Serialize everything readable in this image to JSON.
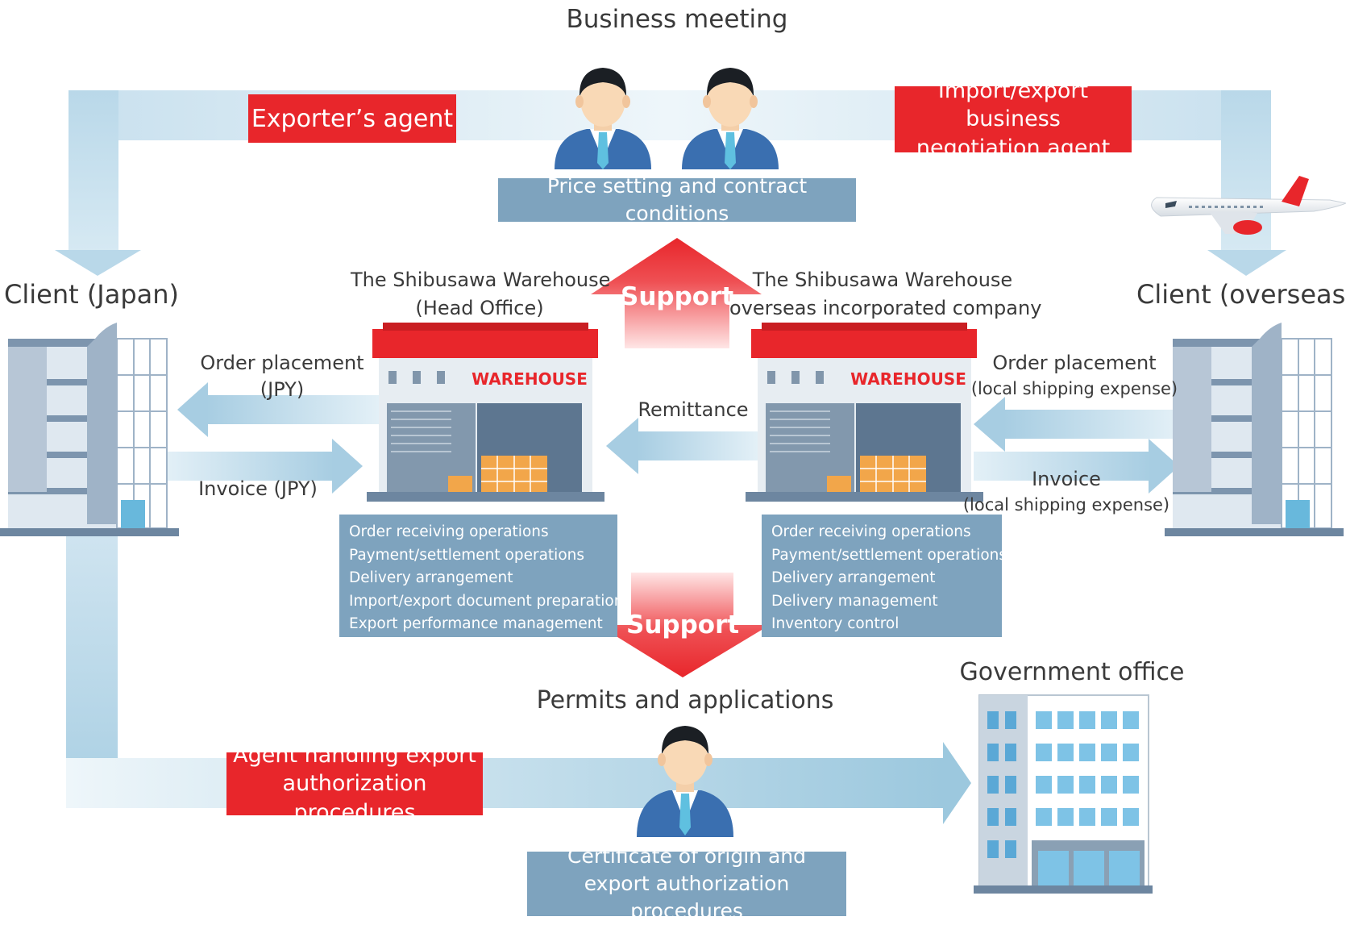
{
  "meeting": {
    "title": "Business meeting",
    "left_agent": "Exporter’s agent",
    "right_agent": [
      "Import/export business",
      "negotiation agent"
    ],
    "conditions": "Price setting and contract conditions"
  },
  "client_japan": {
    "label": "Client (Japan)"
  },
  "client_overseas": {
    "label": "Client (overseas)"
  },
  "head_office": {
    "label": [
      "The Shibusawa Warehouse",
      "(Head Office)"
    ],
    "sign": "WAREHOUSE",
    "tasks": [
      "Order receiving operations",
      "Payment/settlement operations",
      "Delivery arrangement",
      "Import/export document preparation",
      "Export performance management"
    ]
  },
  "overseas_company": {
    "label": [
      "The Shibusawa Warehouse",
      "overseas incorporated company"
    ],
    "sign": "WAREHOUSE",
    "tasks": [
      "Order receiving operations",
      "Payment/settlement operations",
      "Delivery arrangement",
      "Delivery management",
      "Inventory control"
    ]
  },
  "flows": {
    "order_jpy": [
      "Order placement",
      "(JPY)"
    ],
    "invoice_jpy": "Invoice (JPY)",
    "remittance": "Remittance",
    "order_local": [
      "Order placement",
      "(local shipping expense)"
    ],
    "invoice_local": [
      "Invoice",
      "(local shipping expense)"
    ]
  },
  "support_up": "Support",
  "support_down": "Support",
  "permits": {
    "title": "Permits and applications",
    "agent": [
      "Agent handling export",
      "authorization procedures"
    ],
    "certificate": [
      "Certificate of origin and",
      "export authorization procedures"
    ]
  },
  "government": {
    "label": "Government office"
  },
  "colors": {
    "red": "#e8262b",
    "box_blue": "#7ea3be",
    "arrow_blue": "#b5d4e6",
    "suit_blue": "#3a6fb0"
  }
}
